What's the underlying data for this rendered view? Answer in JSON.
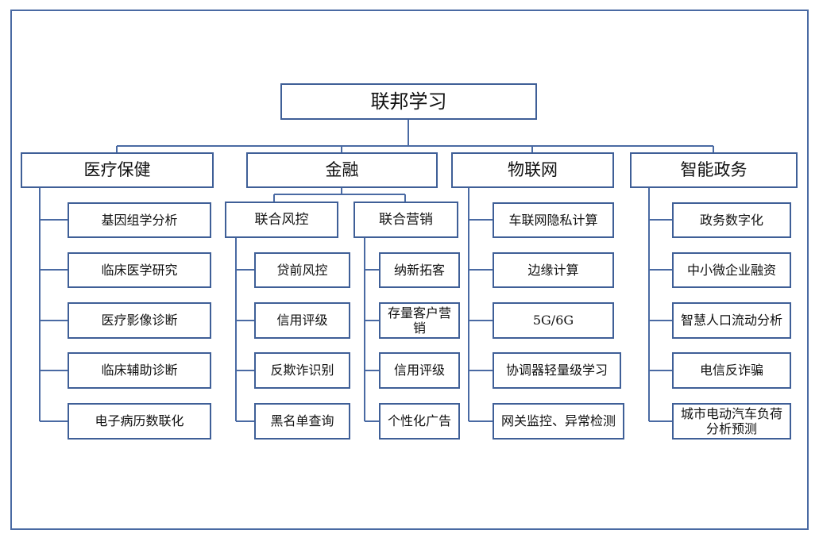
{
  "title": "联邦学习",
  "categories": [
    {
      "name": "医疗保健",
      "items": [
        "基因组学分析",
        "临床医学研究",
        "医疗影像诊断",
        "临床辅助诊断",
        "电子病历数联化"
      ]
    },
    {
      "name": "金融",
      "groups": [
        {
          "name": "联合风控",
          "items": [
            "贷前风控",
            "信用评级",
            "反欺诈识别",
            "黑名单查询"
          ]
        },
        {
          "name": "联合营销",
          "items": [
            "纳新拓客",
            "存量客户营销",
            "信用评级",
            "个性化广告"
          ]
        }
      ]
    },
    {
      "name": "物联网",
      "items": [
        "车联网隐私计算",
        "边缘计算",
        "5G/6G",
        "协调器轻量级学习",
        "网关监控、异常检测"
      ]
    },
    {
      "name": "智能政务",
      "items": [
        "政务数字化",
        "中小微企业融资",
        "智慧人口流动分析",
        "电信反诈骗",
        "城市电动汽车负荷分析预测"
      ]
    }
  ],
  "colors": {
    "border": "#3f5f97",
    "frame": "#4a6aa3",
    "line": "#4a6aa3"
  }
}
